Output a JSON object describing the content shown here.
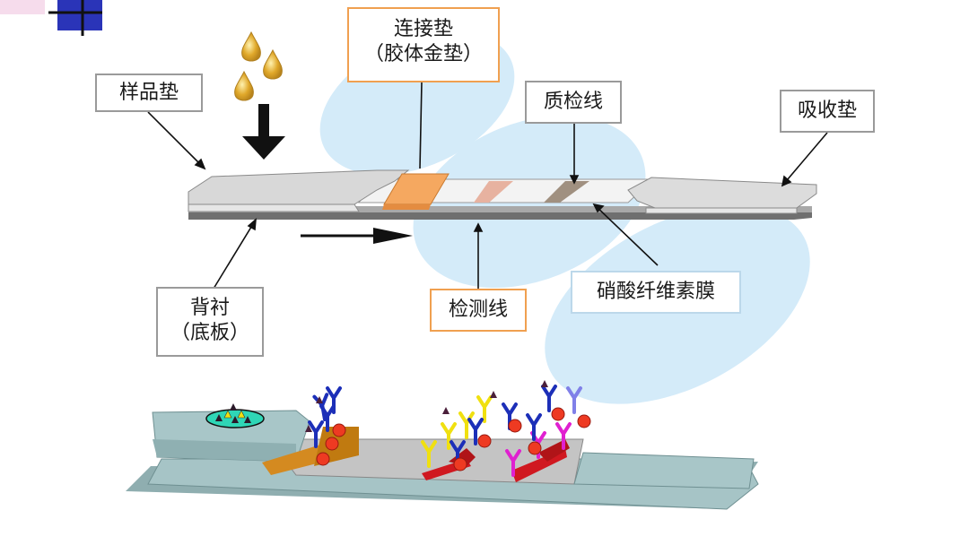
{
  "labels": {
    "sample_pad": "样品垫",
    "conjugate_pad_line1": "连接垫",
    "conjugate_pad_line2": "（胶体金垫）",
    "control_line": "质检线",
    "absorbent_pad": "吸收垫",
    "backing_line1": "背衬",
    "backing_line2": "（底板）",
    "test_line": "检测线",
    "nitrocellulose_membrane": "硝酸纤维素膜"
  },
  "colors": {
    "conjugate_pad": "#f5a860",
    "test_line": "#e7b2a0",
    "control_line": "#a09080",
    "highlight_ellipse": "#d2eaf8",
    "pad_gray": "#d8d8d8",
    "backing_dark": "#707070",
    "strip_teal": "#a6c4c6",
    "reagent_orange": "#d48a20",
    "line_red": "#d01820",
    "gold_particle": "#ee3a22",
    "antibody_blue": "#1c2fb8",
    "antibody_yellow": "#f0e010",
    "antibody_magenta": "#e020d0",
    "antibody_lightblue": "#8080e8",
    "drop_gold": "#d8a020"
  }
}
